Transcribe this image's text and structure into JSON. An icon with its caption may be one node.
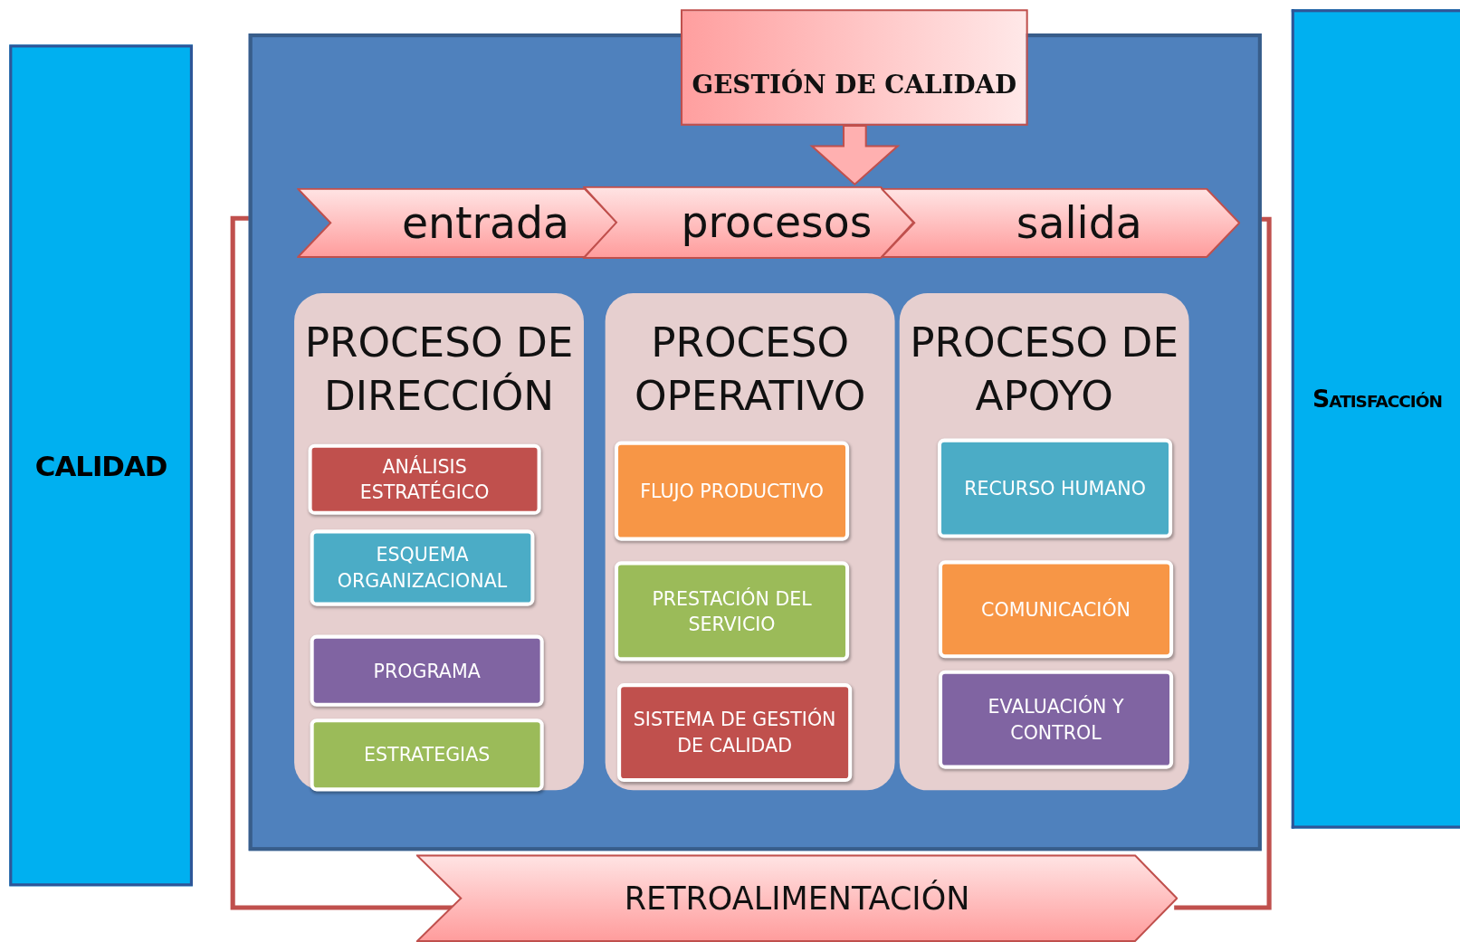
{
  "diagram": {
    "nodes": [
      {
        "text": [
          "CALIDAD"
        ]
      },
      {
        "text": [],
        "shape": "box"
      },
      {
        "text": [
          "GESTIÓN DE CALIDAD"
        ]
      },
      {
        "text": [
          "entrada"
        ],
        "in": 1
      },
      {
        "text": [
          "procesos"
        ],
        "in": 1
      },
      {
        "text": [
          "salida"
        ],
        "in": 1
      },
      {
        "text": [
          "PROCESO DE DIRECCIÓN"
        ],
        "in": 1
      },
      {
        "text": [
          "ANÁLISIS ESTRATÉGICO"
        ],
        "in": 6
      },
      {
        "text": [
          "ESQUEMA ORGANIZACIONAL"
        ],
        "in": 6
      },
      {
        "text": [
          "PROGRAMA"
        ],
        "in": 6
      },
      {
        "text": [
          "ESTRATEGIAS"
        ],
        "in": 6
      },
      {
        "text": [
          "PROCESO OPERATIVO"
        ],
        "in": 1
      },
      {
        "text": [
          "FLUJO PRODUCTIVO"
        ],
        "in": 11
      },
      {
        "text": [
          "PRESTACIÓN DEL SERVICIO"
        ],
        "in": 11
      },
      {
        "text": [
          "SISTEMA DE GESTIÓN DE CALIDAD"
        ],
        "in": 11
      },
      {
        "text": [
          "PROCESO DE APOYO"
        ],
        "in": 1
      },
      {
        "text": [
          "RECURSO HUMANO"
        ],
        "in": 15
      },
      {
        "text": [
          "COMUNICACIÓN"
        ],
        "in": 15
      },
      {
        "text": [
          "EVALUACIÓN Y CONTROL"
        ],
        "in": 15
      },
      {
        "text": [
          "RETROALIMENTACIÓN"
        ]
      },
      {
        "text": [
          "Satisfacción"
        ]
      }
    ],
    "edges": [
      {
        "from": 2,
        "to": 4,
        "arrow": "to"
      },
      {
        "from": 5,
        "to": 19,
        "arrow": "none"
      },
      {
        "from": 19,
        "to": 3,
        "arrow": "none"
      }
    ]
  }
}
